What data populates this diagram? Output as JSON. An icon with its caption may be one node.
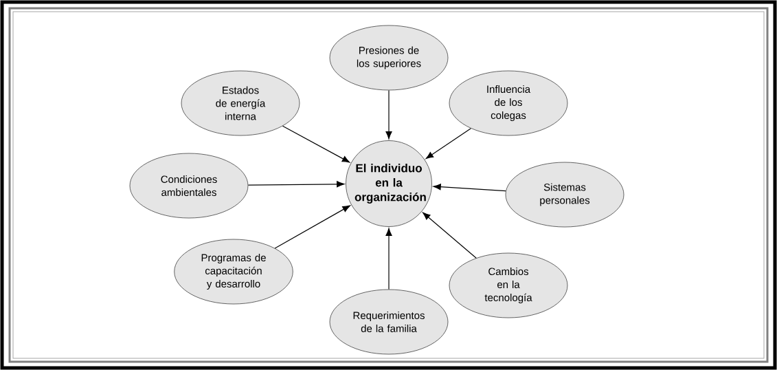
{
  "diagram": {
    "nodes": [
      {
        "text": [
          "El individuo en la organización"
        ]
      },
      {
        "text": [
          "Presiones de los superiores"
        ]
      },
      {
        "text": [
          "Estados de energía interna"
        ]
      },
      {
        "text": [
          "Influencia de los colegas"
        ]
      },
      {
        "text": [
          "Condiciones ambientales"
        ]
      },
      {
        "text": [
          "Sistemas personales"
        ]
      },
      {
        "text": [
          "Programas de capacitación y desarrollo"
        ]
      },
      {
        "text": [
          "Cambios en la tecnología"
        ]
      },
      {
        "text": [
          "Requerimientos de la familia"
        ]
      }
    ],
    "edges": [
      {
        "from": 1,
        "to": 0,
        "arrow": "to"
      },
      {
        "from": 2,
        "to": 0,
        "arrow": "to"
      },
      {
        "from": 3,
        "to": 0,
        "arrow": "to"
      },
      {
        "from": 4,
        "to": 0,
        "arrow": "to"
      },
      {
        "from": 5,
        "to": 0,
        "arrow": "to"
      },
      {
        "from": 6,
        "to": 0,
        "arrow": "to"
      },
      {
        "from": 7,
        "to": 0,
        "arrow": "to"
      },
      {
        "from": 8,
        "to": 0,
        "arrow": "to"
      }
    ]
  }
}
